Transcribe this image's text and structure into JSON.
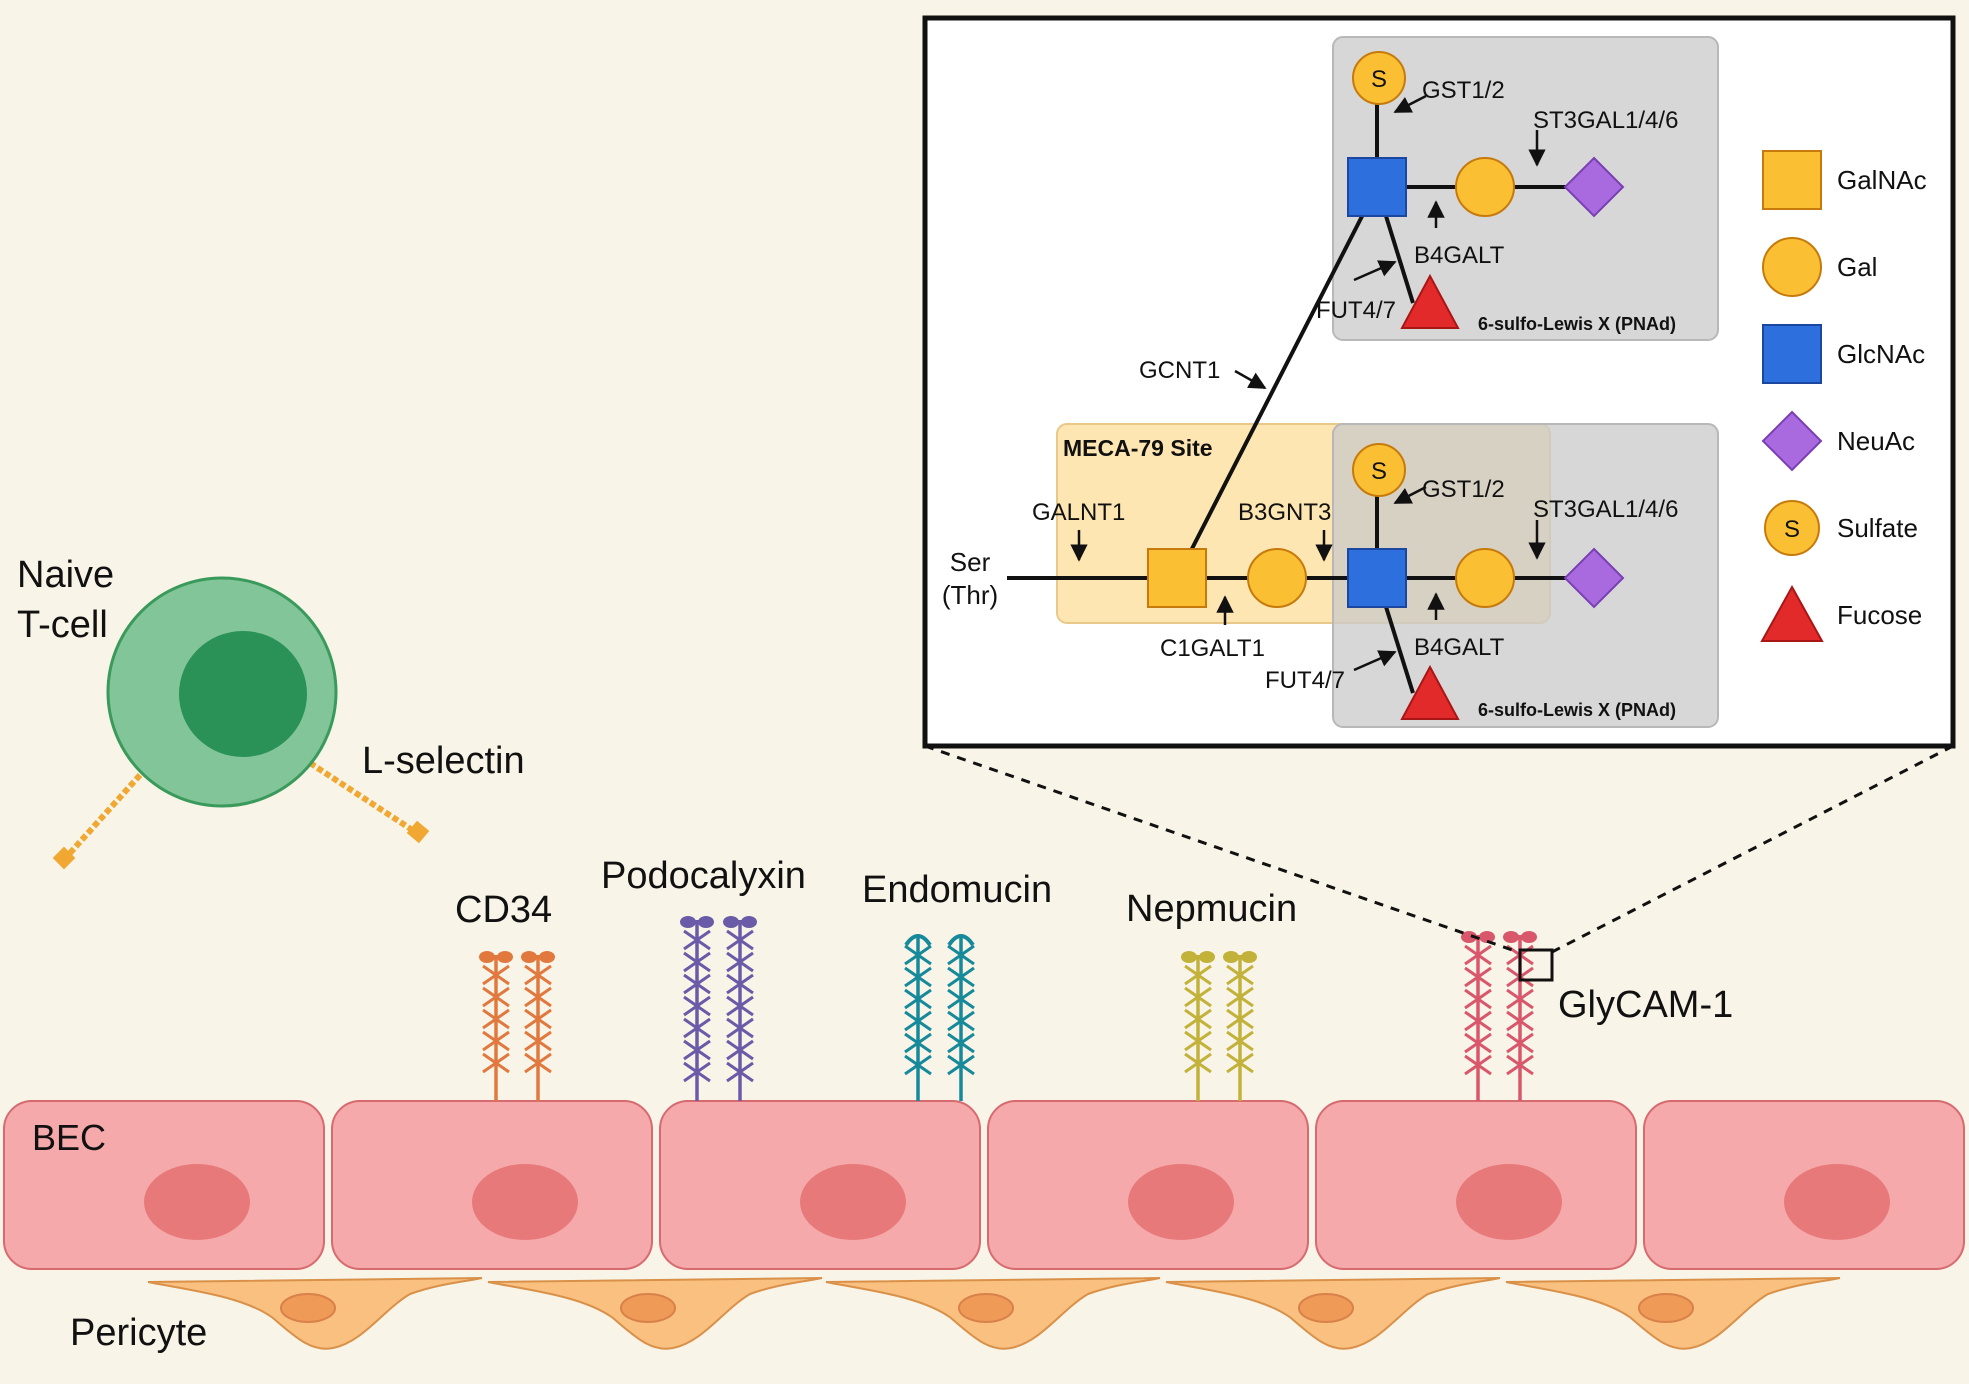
{
  "colors": {
    "background": "#f9f4e8",
    "bec_fill": "#f5a9aa",
    "bec_nucleus": "#e8797b",
    "pericyte_fill": "#f9c07f",
    "pericyte_nucleus": "#ef9a57",
    "tcell_outer": "#82c598",
    "tcell_inner": "#2a9157",
    "lselectin": "#f0a832",
    "cd34": "#e1793f",
    "podocalyxin": "#6a5ba8",
    "endomucin": "#16899a",
    "nepmucin": "#c3b23a",
    "glycam1": "#d9576b",
    "galnac": "#fbbf34",
    "gal": "#fbbf34",
    "glcnac": "#2d6fdc",
    "neuac": "#a96ae0",
    "fucose": "#e32a2a",
    "meca_box": "#fde6b1",
    "grey_box": "#d7d7d7"
  },
  "labels": {
    "tcell": [
      "Naive",
      "T-cell"
    ],
    "lselectin": "L-selectin",
    "bec": "BEC",
    "pericyte": "Pericyte",
    "cd34": "CD34",
    "podocalyxin": "Podocalyxin",
    "endomucin": "Endomucin",
    "nepmucin": "Nepmucin",
    "glycam1": "GlyCAM-1"
  },
  "inset": {
    "ser_thr": [
      "Ser",
      "(Thr)"
    ],
    "meca": "MECA-79 Site",
    "box_label": "6-sulfo-Lewis X (PNAd)",
    "sulfate_symbol": "S",
    "enzymes": {
      "galnt1": "GALNT1",
      "c1galt1": "C1GALT1",
      "b3gnt3": "B3GNT3",
      "gcnt1": "GCNT1",
      "gst": "GST1/2",
      "st3gal": "ST3GAL1/4/6",
      "b4galt": "B4GALT",
      "fut": "FUT4/7"
    },
    "legend": [
      {
        "shape": "square",
        "label": "GalNAc",
        "color": "#fbbf34"
      },
      {
        "shape": "circle",
        "label": "Gal",
        "color": "#fbbf34"
      },
      {
        "shape": "square",
        "label": "GlcNAc",
        "color": "#2d6fdc"
      },
      {
        "shape": "diamond",
        "label": "NeuAc",
        "color": "#a96ae0"
      },
      {
        "shape": "sulfate",
        "label": "Sulfate",
        "color": "#fbbf34"
      },
      {
        "shape": "triangle",
        "label": "Fucose",
        "color": "#e32a2a"
      }
    ]
  }
}
